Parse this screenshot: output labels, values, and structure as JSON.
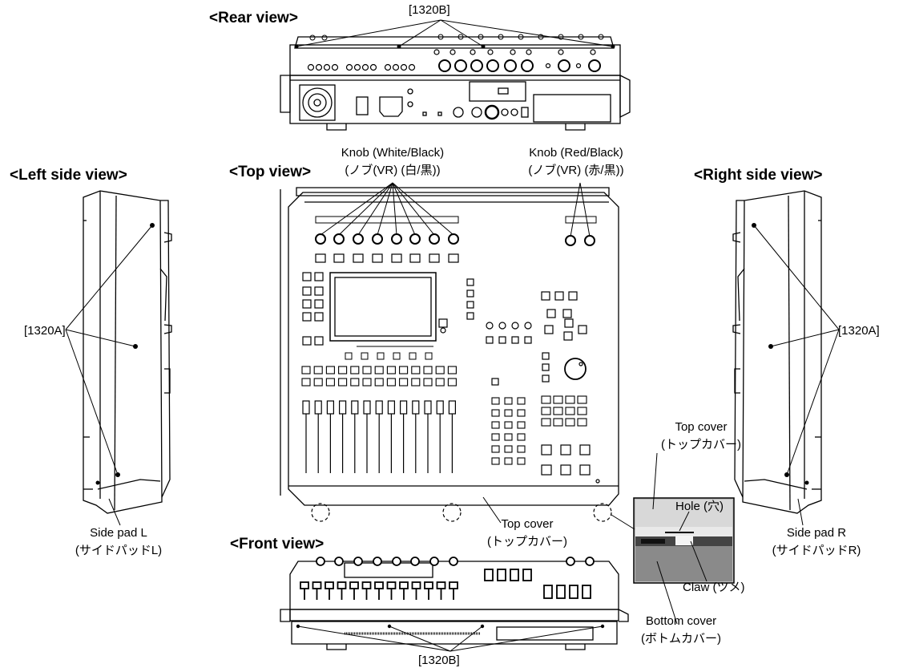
{
  "views": {
    "rear": "<Rear view>",
    "left": "<Left side view>",
    "top": "<Top view>",
    "right": "<Right side view>",
    "front": "<Front view>"
  },
  "callouts": {
    "screw_1320b_top": "[1320B]",
    "screw_1320b_bottom": "[1320B]",
    "screw_1320a_left": "[1320A]",
    "screw_1320a_right": "[1320A]",
    "knob_white_en": "Knob (White/Black)",
    "knob_white_jp": "(ノブ(VR) (白/黒))",
    "knob_red_en": "Knob (Red/Black)",
    "knob_red_jp": "(ノブ(VR) (赤/黒))",
    "side_pad_l_en": "Side pad L",
    "side_pad_l_jp": "(サイドパッドL)",
    "side_pad_r_en": "Side pad R",
    "side_pad_r_jp": "(サイドパッドR)",
    "top_cover_en": "Top cover",
    "top_cover_jp": "(トップカバー)",
    "top_cover2_en": "Top cover",
    "top_cover2_jp": "(トップカバー)",
    "hole": "Hole (穴)",
    "claw": "Claw (ツメ)",
    "bottom_cover_en": "Bottom cover",
    "bottom_cover_jp": "(ボトムカバー)"
  }
}
